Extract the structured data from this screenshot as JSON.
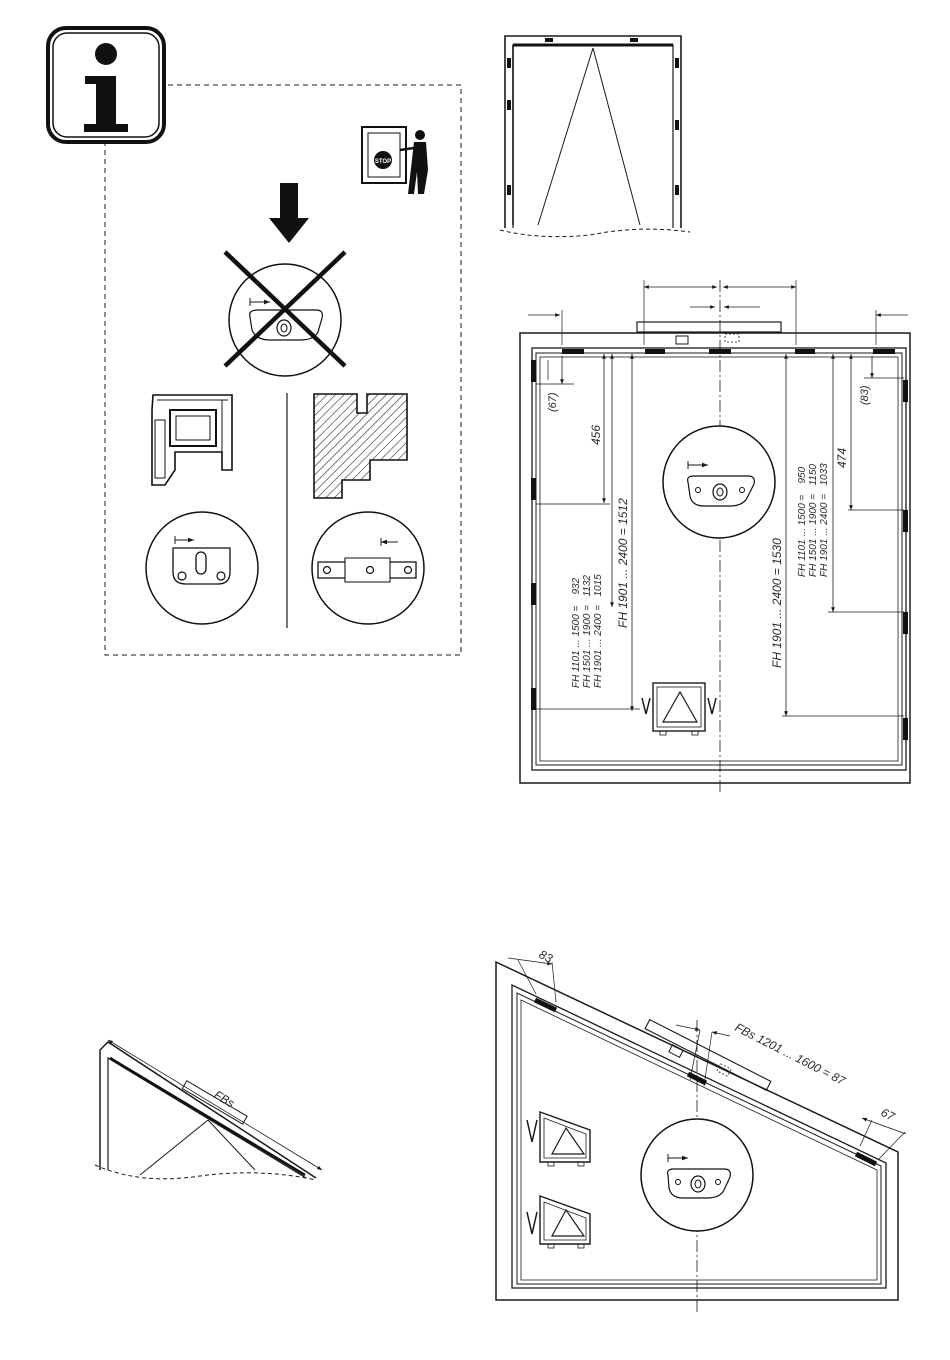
{
  "info_panel": {
    "icon_glyph": "i",
    "stop_sign_text": "STOP"
  },
  "frame_dims": {
    "left_bracket": "(67)",
    "right_bracket": "(83)",
    "dim_left_top": "456",
    "dim_right_top": "474",
    "left_table": {
      "r1": "FH 1101 ... 1500 =    932",
      "r2": "FH 1501 ... 1900 =   1132",
      "r3": "FH 1901 ... 2400 =   1015"
    },
    "right_table": {
      "r1": "FH 1101 ... 1500 =    950",
      "r2": "FH 1501 ... 1900 =   1150",
      "r3": "FH 1901 ... 2400 =   1033"
    },
    "left_span": "FH 1901 ... 2400 = 1512",
    "right_span": "FH 1901 ... 2400 = 1530"
  },
  "trap": {
    "dim_83": "83",
    "dim_67": "67",
    "fbs_range": "FBs 1201 ... 1600 = 87"
  },
  "slant": {
    "fbs_label": "FBs"
  }
}
